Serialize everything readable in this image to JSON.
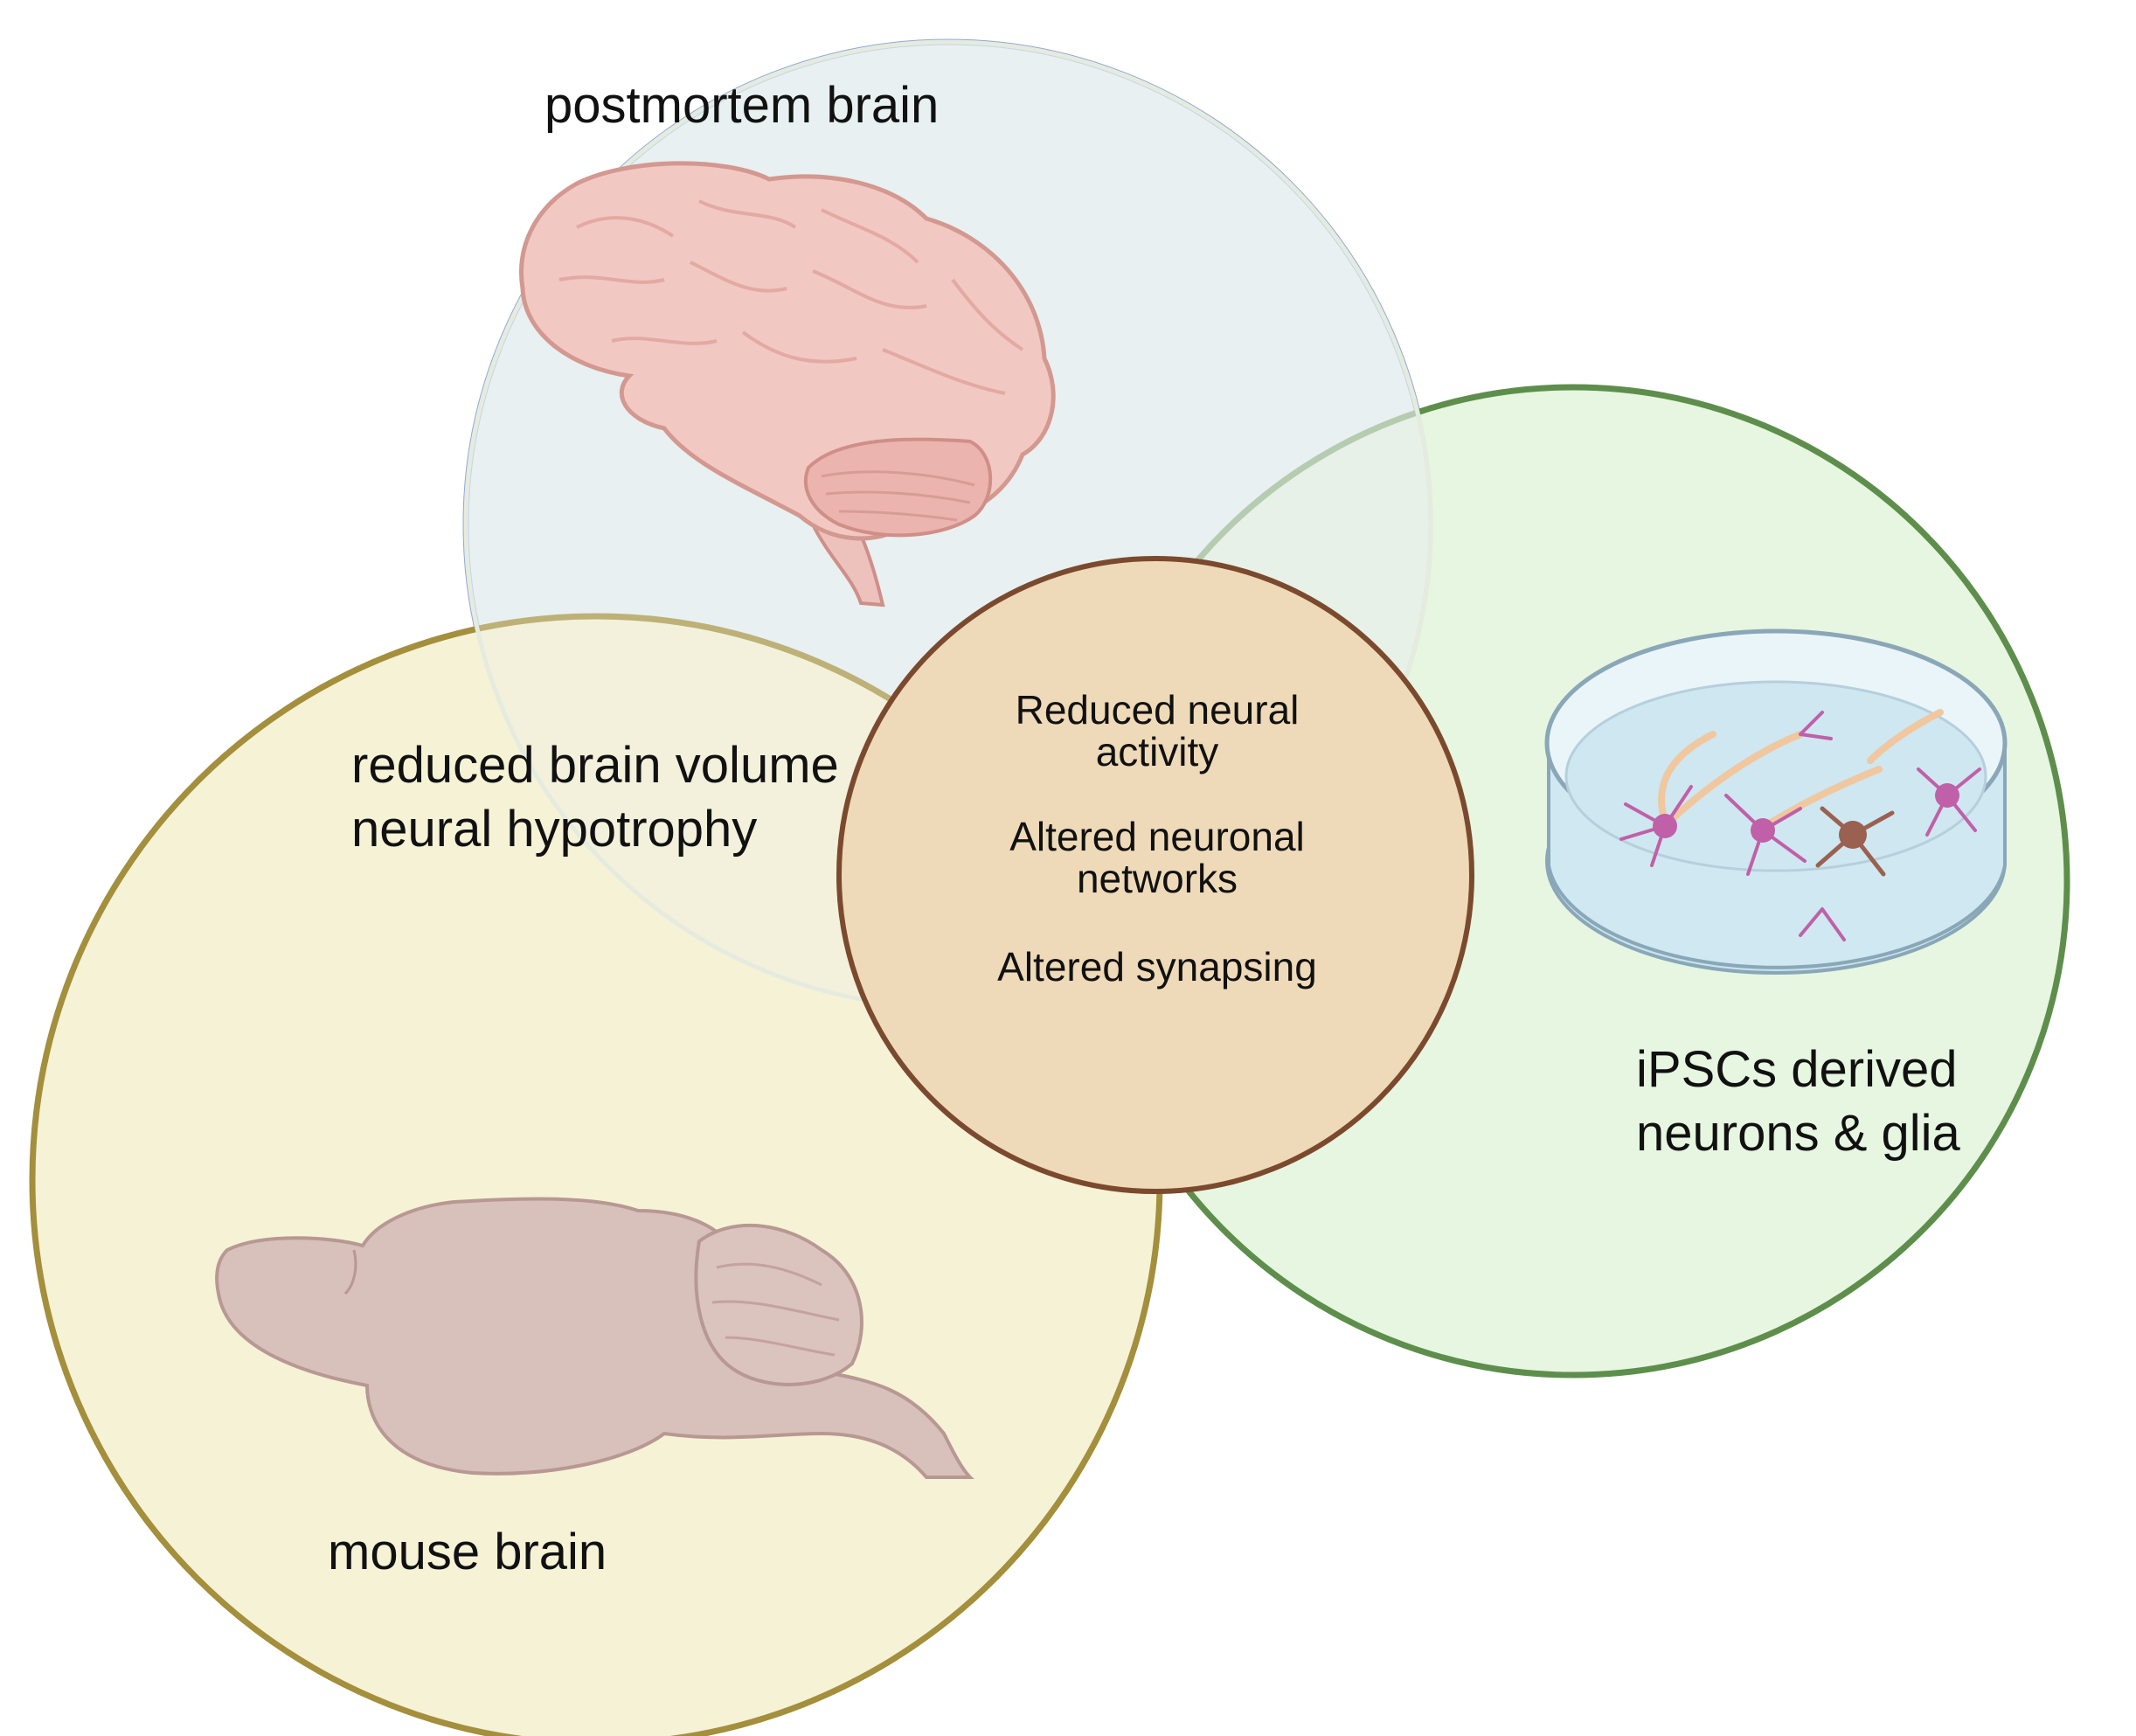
{
  "circles": {
    "postmortem": {
      "label": "postmortem brain",
      "fill": "#eaf2fb",
      "stroke": "#8fa8d6"
    },
    "mouse": {
      "label": "mouse brain",
      "fill": "#f6f2d6",
      "stroke": "#a38f3c"
    },
    "ipsc": {
      "label_line1": "iPSCs derived",
      "label_line2": "neurons & glia",
      "fill": "#e6f6e0",
      "stroke": "#5e8e4c"
    },
    "center": {
      "fill": "#eedab8",
      "stroke": "#7b4a2e"
    }
  },
  "overlap_text": {
    "line1": "reduced brain volume",
    "line2": "neural hypotrophy"
  },
  "findings": [
    {
      "line1": "Reduced neural",
      "line2": "activity"
    },
    {
      "line1": "Altered neuronal",
      "line2": "networks"
    },
    {
      "line1": "Altered synapsing",
      "line2": ""
    }
  ],
  "icons": {
    "human_brain": "human-brain-icon",
    "mouse_brain": "mouse-brain-icon",
    "petri_dish": "petri-dish-neurons-icon"
  }
}
